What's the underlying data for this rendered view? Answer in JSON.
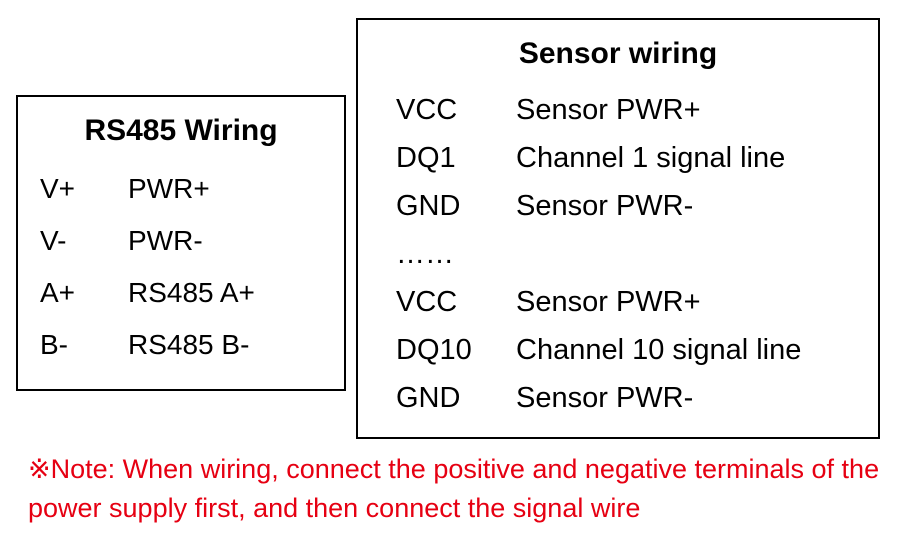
{
  "rs485": {
    "title": "RS485 Wiring",
    "rows": [
      {
        "pin": "V+",
        "desc": "PWR+"
      },
      {
        "pin": "V-",
        "desc": "PWR-"
      },
      {
        "pin": "A+",
        "desc": "RS485 A+"
      },
      {
        "pin": "B-",
        "desc": "RS485 B-"
      }
    ]
  },
  "sensor": {
    "title": "Sensor wiring",
    "rows": [
      {
        "pin": "VCC",
        "desc": "Sensor PWR+"
      },
      {
        "pin": "DQ1",
        "desc": "Channel 1 signal line"
      },
      {
        "pin": "GND",
        "desc": "Sensor PWR-"
      },
      {
        "pin": "……",
        "desc": ""
      },
      {
        "pin": "VCC",
        "desc": "Sensor PWR+"
      },
      {
        "pin": "DQ10",
        "desc": "Channel 10 signal line"
      },
      {
        "pin": "GND",
        "desc": "Sensor PWR-"
      }
    ]
  },
  "note": {
    "text": "※Note: When wiring, connect the positive and negative terminals of the power supply first, and then connect the signal wire",
    "color": "#e60012"
  }
}
